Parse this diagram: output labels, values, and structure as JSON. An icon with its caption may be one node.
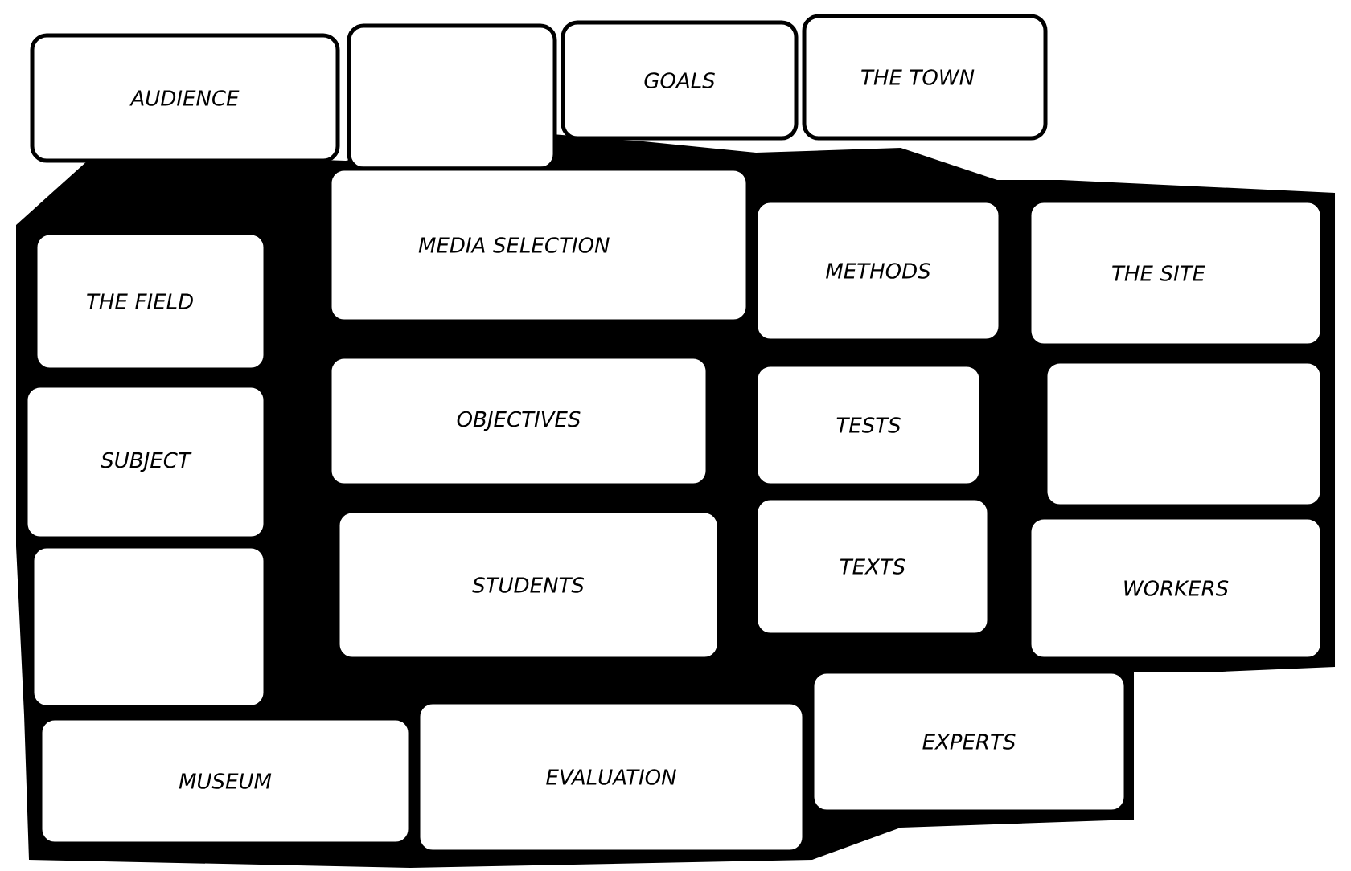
{
  "diagram": {
    "nodes": [
      {
        "text": [
          "AUDIENCE"
        ]
      },
      {
        "text": [],
        "shape": "box"
      },
      {
        "text": [
          "GOALS"
        ]
      },
      {
        "text": [
          "THE TOWN"
        ]
      },
      {
        "text": [
          "THE FIELD"
        ]
      },
      {
        "text": [
          "MEDIA SELECTION"
        ]
      },
      {
        "text": [
          "METHODS"
        ]
      },
      {
        "text": [
          "THE SITE"
        ]
      },
      {
        "text": [
          "SUBJECT"
        ]
      },
      {
        "text": [
          "OBJECTIVES"
        ]
      },
      {
        "text": [
          "TESTS"
        ]
      },
      {
        "text": [],
        "shape": "box"
      },
      {
        "text": [],
        "shape": "box"
      },
      {
        "text": [
          "STUDENTS"
        ]
      },
      {
        "text": [
          "TEXTS"
        ]
      },
      {
        "text": [
          "WORKERS"
        ]
      },
      {
        "text": [
          "MUSEUM"
        ]
      },
      {
        "text": [
          "EVALUATION"
        ]
      },
      {
        "text": [
          "EXPERTS"
        ]
      }
    ]
  }
}
